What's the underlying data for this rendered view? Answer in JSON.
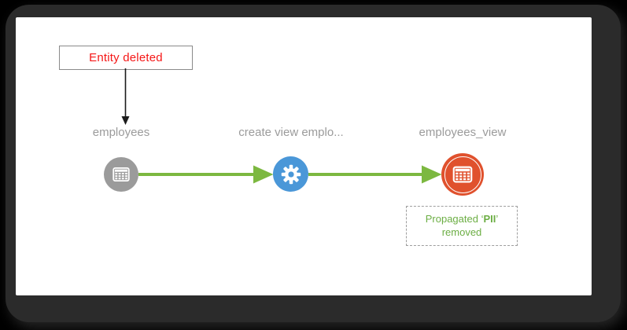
{
  "colors": {
    "background": "#000000",
    "frame": "#2b2b2b",
    "panel": "#ffffff",
    "edge_green": "#7cb840",
    "label_gray": "#9b9b9b",
    "callout_red": "#f51616",
    "callout_border": "#8a8a8a",
    "note_green": "#6cae44",
    "note_border": "#9e9e9e",
    "arrow_black": "#1c1c1c",
    "node_table_gray": "#9b9b9b",
    "node_process_blue": "#4a97d8",
    "node_view_red": "#e0512d"
  },
  "callout": {
    "text": "Entity deleted"
  },
  "nodes": [
    {
      "label": "employees",
      "icon": "table-icon",
      "color": "#9b9b9b"
    },
    {
      "label": "create view emplo...",
      "icon": "gear-icon",
      "color": "#4a97d8"
    },
    {
      "label": "employees_view",
      "icon": "table-icon",
      "color": "#e0512d",
      "ring": true
    }
  ],
  "note": {
    "part1": "Propagated ‘",
    "term": "PII",
    "part2": "’",
    "line2": "removed"
  }
}
